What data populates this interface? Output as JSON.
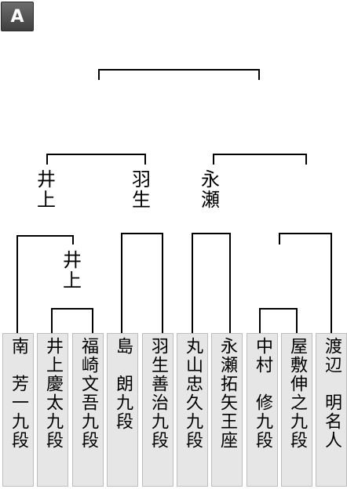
{
  "badge": "A",
  "winners": {
    "sf_left_top": "井\n上",
    "sf_left_bottom": "羽\n生",
    "sf_right_top": "永\n瀬",
    "r1_winner": "井\n上"
  },
  "players": [
    "南　芳一九段",
    "井上慶太九段",
    "福崎文吾九段",
    "島　朗九段",
    "羽生善治九段",
    "丸山忠久九段",
    "永瀬拓矢王座",
    "中村　修九段",
    "屋敷伸之九段",
    "渡辺　明名人"
  ]
}
